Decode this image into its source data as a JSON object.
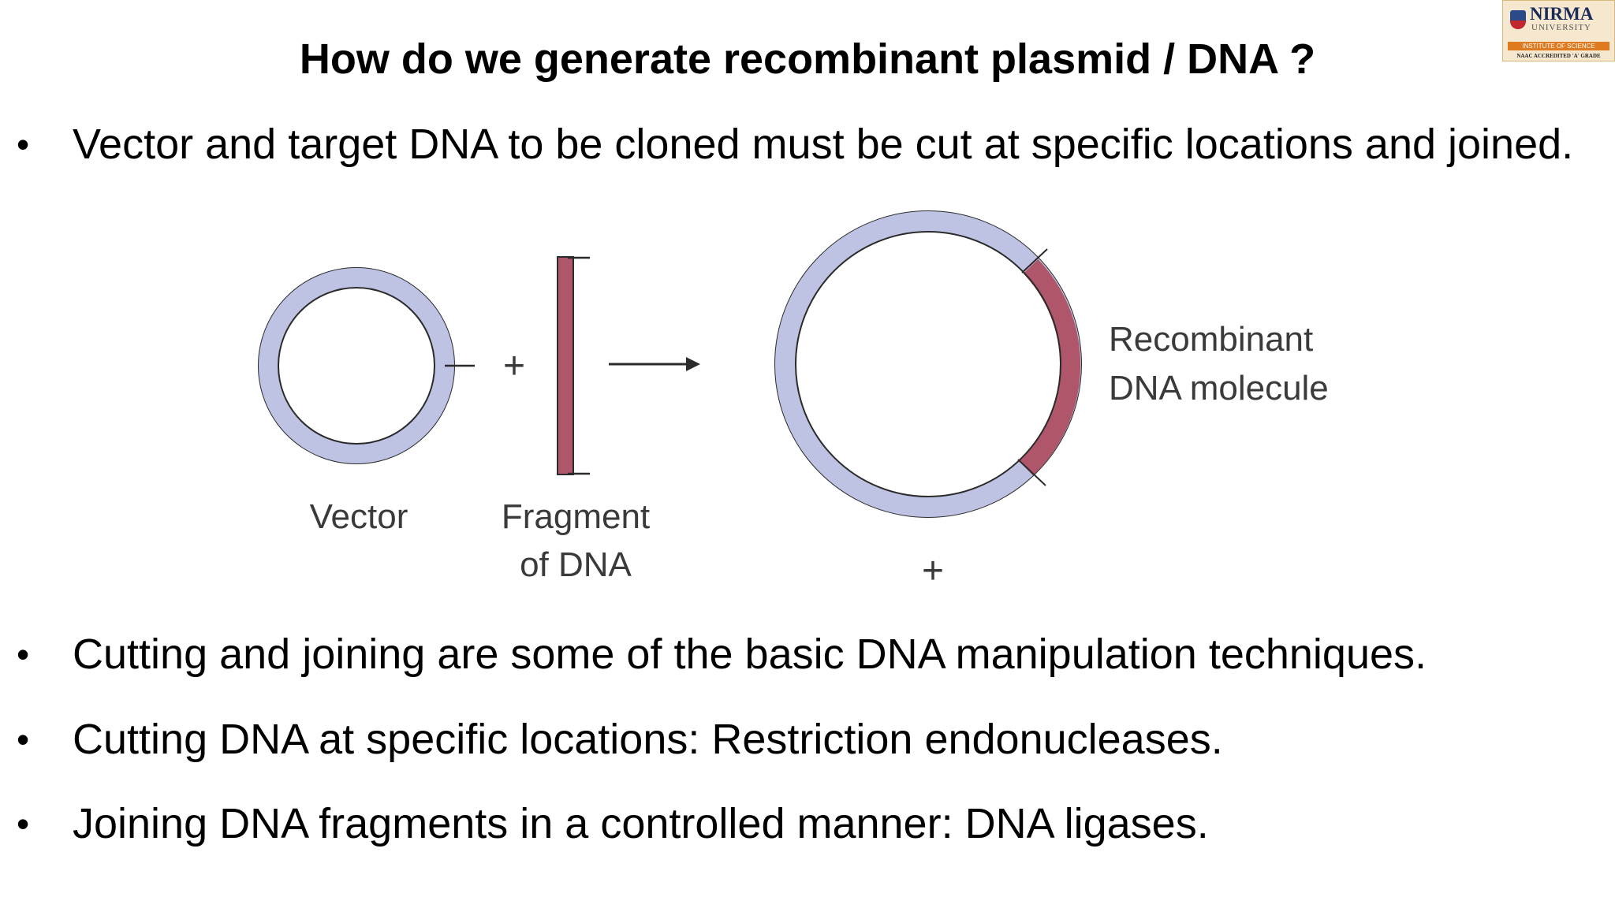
{
  "slide": {
    "title": "How do we generate recombinant plasmid / DNA ?",
    "bullet_glyph": "•",
    "bullets": [
      "Vector and target DNA to be cloned must be cut at specific locations and joined.",
      "Cutting and joining are some of the basic DNA manipulation techniques.",
      "Cutting DNA at specific locations: Restriction endonucleases.",
      "Joining DNA fragments in a controlled manner: DNA ligases."
    ]
  },
  "logo": {
    "name": "NIRMA",
    "subtitle": "UNIVERSITY",
    "institute": "INSTITUTE OF SCIENCE",
    "accreditation": "NAAC ACCREDITED 'A' GRADE"
  },
  "diagram": {
    "vector_label": "Vector",
    "fragment_label_line1": "Fragment",
    "fragment_label_line2": "of DNA",
    "plus_symbol": "+",
    "recombinant_label_line1": "Recombinant",
    "recombinant_label_line2": "DNA molecule",
    "colors": {
      "plasmid_fill": "#bfc3e3",
      "fragment_fill": "#b0566a",
      "outline": "#2b2b2b"
    }
  }
}
